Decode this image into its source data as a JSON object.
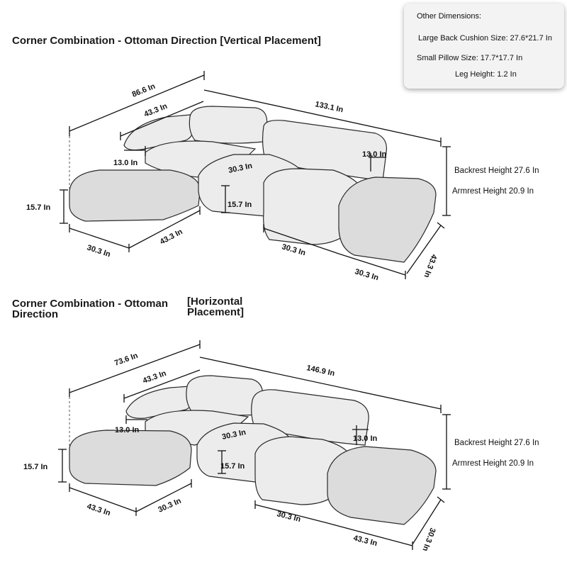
{
  "top_section": {
    "title": "Corner Combination - Ottoman Direction [Vertical Placement]",
    "labels": {
      "total_left": "86.6 In",
      "inner_left": "43.3 In",
      "total_right": "133.1 In",
      "arm_left": "13.0 In",
      "arm_right": "13.0 In",
      "seat_center": "30.3 In",
      "seat_height": "15.7 In",
      "ottoman_height": "15.7 In",
      "ottoman_front": "30.3 In",
      "ottoman_side": "43.3 In",
      "front_mid": "30.3 In",
      "front_right": "30.3 In",
      "depth_right": "43.3 In",
      "backrest": "Backrest Height 27.6 In",
      "armrest": "Armrest Height 20.9 In"
    }
  },
  "bottom_section": {
    "title_part1": "Corner Combination - Ottoman Direction",
    "title_part2": "[Horizontal Placement]",
    "labels": {
      "total_left": "73.6 In",
      "inner_left": "43.3 In",
      "total_right": "146.9 In",
      "arm_left": "13.0 In",
      "arm_right": "13.0 In",
      "seat_center": "30.3 In",
      "seat_height": "15.7 In",
      "ottoman_height": "15.7 In",
      "ottoman_front": "43.3 In",
      "ottoman_side": "30.3 In",
      "front_mid": "30.3 In",
      "front_right": "43.3 In",
      "depth_right": "30.3 In",
      "backrest": "Backrest Height 27.6 In",
      "armrest": "Armrest Height 20.9 In"
    }
  },
  "other_dimensions": {
    "title": "Other Dimensions:",
    "large_back_cushion": "Large Back Cushion Size: 27.6*21.7 In",
    "small_pillow": "Small Pillow Size: 17.7*17.7 In",
    "leg_height": "Leg Height: 1.2 In"
  }
}
